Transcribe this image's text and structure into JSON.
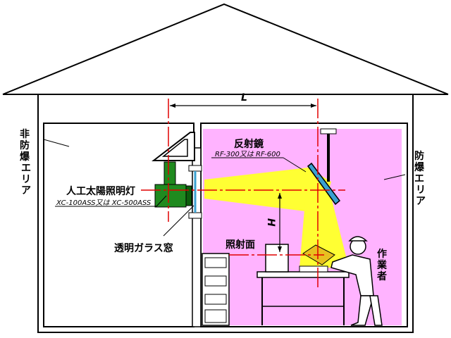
{
  "labels": {
    "non_explosion_area": [
      "非",
      "防",
      "爆",
      "エ",
      "リ",
      "ア"
    ],
    "explosion_area": [
      "防",
      "爆",
      "エ",
      "リ",
      "ア"
    ],
    "distance_L": "L",
    "height_H": "H",
    "reflector": "反射鏡",
    "reflector_models": "RF-300又は RF-600",
    "lamp": "人工太陽照明灯",
    "lamp_models": "XC-100ASS又は XC-500ASS",
    "glass_window": "透明ガラス窓",
    "irradiated_surface": "照射面",
    "worker": [
      "作",
      "業",
      "者"
    ]
  },
  "colors": {
    "explosion_area": "#ffb3ff",
    "light_beam": "#ffff33",
    "lamp": "#1f8a1f",
    "guide_line": "#e00000",
    "glass": "#3aa0d0"
  }
}
